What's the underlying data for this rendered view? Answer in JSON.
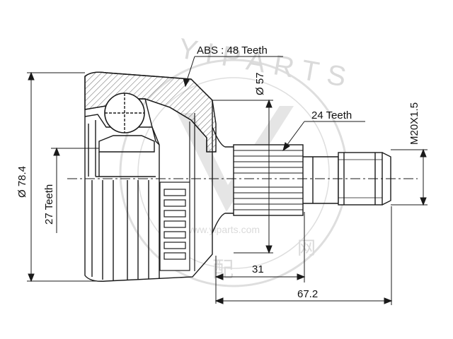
{
  "labels": {
    "abs": "ABS : 48 Teeth",
    "d57": "Ø 57",
    "teeth24": "24 Teeth",
    "thread": "M20X1.5",
    "d78": "Ø 78.4",
    "teeth27": "27 Teeth",
    "len31": "31",
    "len67": "67.2"
  },
  "watermark": {
    "url": "www.yiparts.com",
    "ring_text": "YIPARTS",
    "cjk_1": "配",
    "cjk_2": "网"
  },
  "colors": {
    "line": "#1a1a1a",
    "hatch": "#555555",
    "watermark": "#c4c4c4"
  }
}
